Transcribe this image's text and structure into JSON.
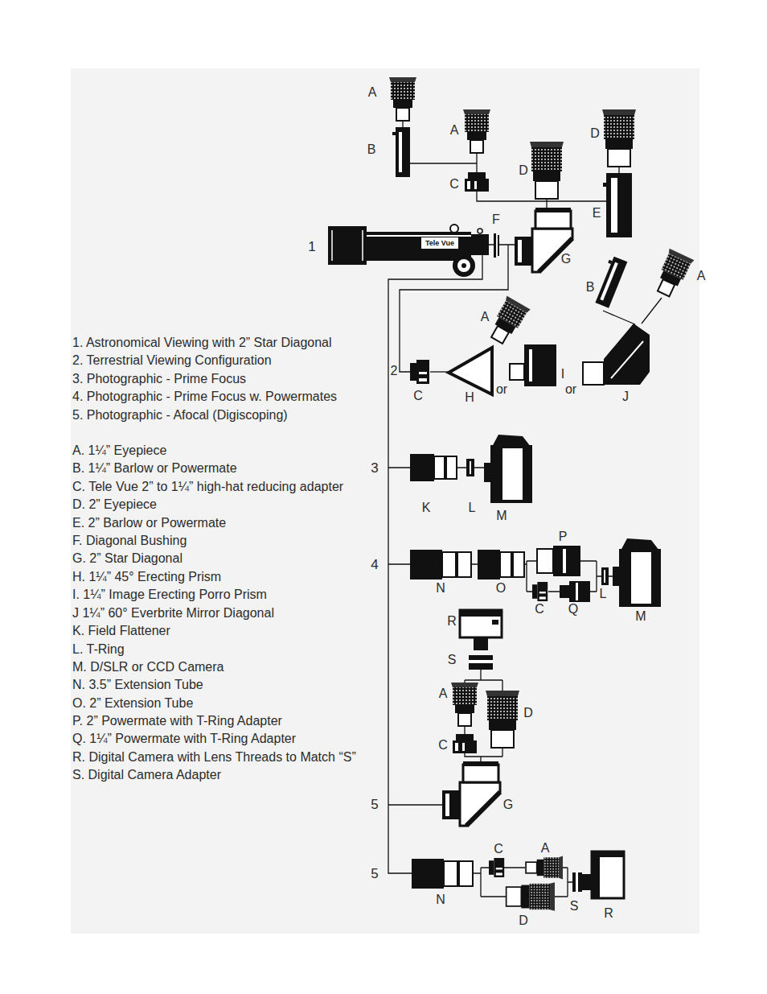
{
  "diagram": {
    "labels": [
      "A",
      "B",
      "A",
      "D",
      "C",
      "D",
      "E",
      "F",
      "1",
      "Tele Vue",
      "G",
      "B",
      "A",
      "A",
      "1. Astronomical Viewing with 2” Star Diagonal",
      "2. Terrestrial Viewing Configuration",
      "2",
      "C",
      "H",
      "or",
      "I",
      "or",
      "J",
      "3. Photographic - Prime Focus",
      "4. Photographic - Prime Focus w. Powermates",
      "5. Photographic - Afocal (Digiscoping)",
      "A. 1¼” Eyepiece",
      "B. 1¼” Barlow or Powermate",
      "C. Tele Vue 2” to 1¼” high-hat reducing adapter",
      "D. 2” Eyepiece",
      "E. 2” Barlow or Powermate",
      "F. Diagonal Bushing",
      "G. 2” Star Diagonal",
      "H. 1¼” 45° Erecting Prism",
      "I. 1¼” Image Erecting Porro Prism",
      "J 1¼” 60° Everbrite Mirror Diagonal",
      "K. Field Flattener",
      "L. T-Ring",
      "M. D/SLR or CCD Camera",
      "N. 3.5” Extension Tube",
      "O. 2” Extension Tube",
      "P. 2” Powermate with T-Ring Adapter",
      "Q. 1¼” Powermate with T-Ring Adapter",
      "R. Digital Camera with Lens Threads to Match “S”",
      "S. Digital Camera Adapter",
      "3",
      "K",
      "L",
      "M",
      "P",
      "4",
      "N",
      "O",
      "L",
      "C",
      "Q",
      "M",
      "R",
      "S",
      "A",
      "D",
      "C",
      "5",
      "G",
      "5",
      "C",
      "A",
      "N",
      "S",
      "D",
      "R"
    ]
  }
}
